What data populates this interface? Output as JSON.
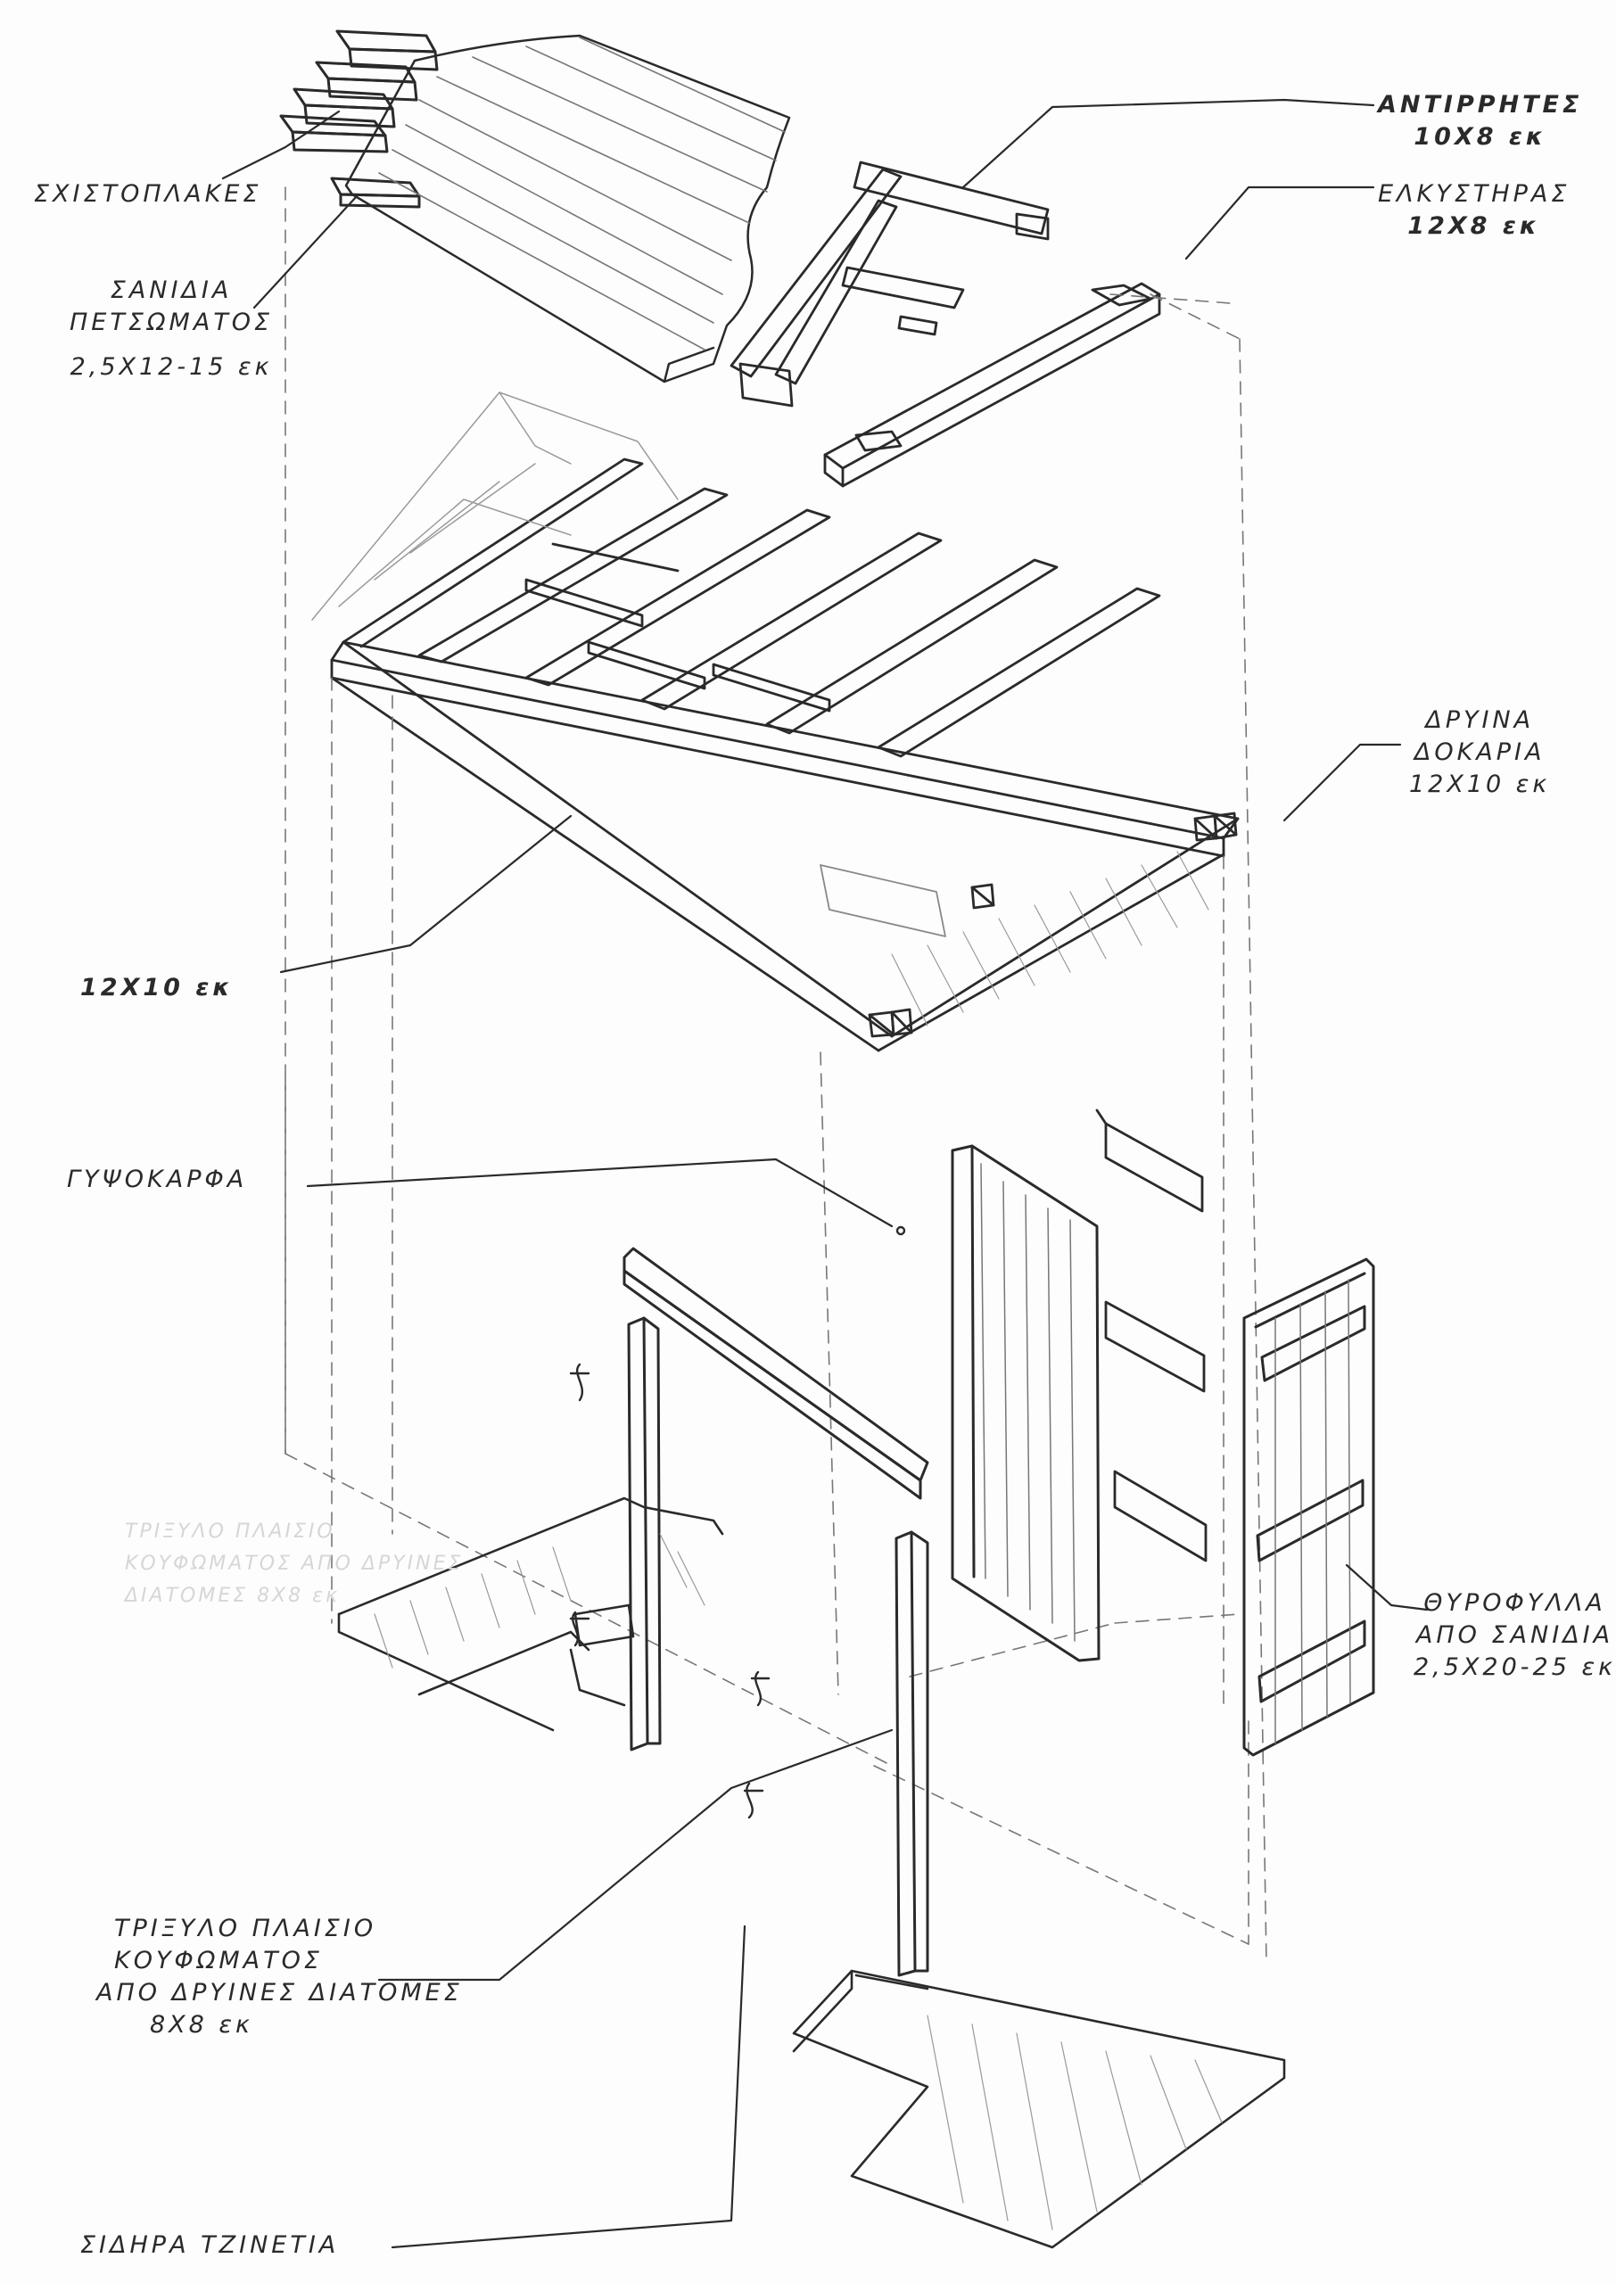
{
  "labels": {
    "stone_slabs": "ΣΧΙΣΤΟΠΛΑΚΕΣ",
    "roof_boards": [
      "ΣΑΝΙΔΙΑ",
      "ΠΕΤΣΩΜΑΤΟΣ",
      "2,5Χ12-15 εκ"
    ],
    "struts": [
      "ΑΝΤΙΡΡΗΤΕΣ",
      "10Χ8 εκ"
    ],
    "tie_beam": [
      "ΕΛΚΥΣΤΗΡΑΣ",
      "12Χ8 εκ"
    ],
    "oak_beams": [
      "ΔΡΥΙΝΑ",
      "ΔΟΚΑΡΙΑ",
      "12Χ10 εκ"
    ],
    "frame_beam_size": "12Χ10 εκ",
    "gypsum_nail": "ΓΥΨΟΚΑΡΦΑ",
    "door_leaves": [
      "ΘΥΡΟΦΥΛΛΑ",
      "ΑΠΟ ΣΑΝΙΔΙΑ",
      "2,5Χ20-25 εκ"
    ],
    "door_frame": [
      "ΤΡΙΞΥΛΟ ΠΛΑΙΣΙΟ",
      "ΚΟΥΦΩΜΑΤΟΣ",
      "ΑΠΟ ΔΡΥΙΝΕΣ ΔΙΑΤΟΜΕΣ",
      "8Χ8 εκ"
    ],
    "iron_hinge": "ΣΙΔΗΡΑ ΤΖΙΝΕΤΙΑ"
  },
  "ghost_text": [
    "ΤΡΙΞΥΛΟ ΠΛΑΙΣΙΟ",
    "ΚΟΥΦΩΜΑΤΟΣ ΑΠΟ ΔΡΥΙΝΕΣ",
    "ΔΙΑΤΟΜΕΣ 8Χ8 εκ"
  ],
  "colors": {
    "ink": "#2a2a2a",
    "pencil": "#555555",
    "light": "#9a9a9a",
    "paper": "#fdfdfd"
  }
}
